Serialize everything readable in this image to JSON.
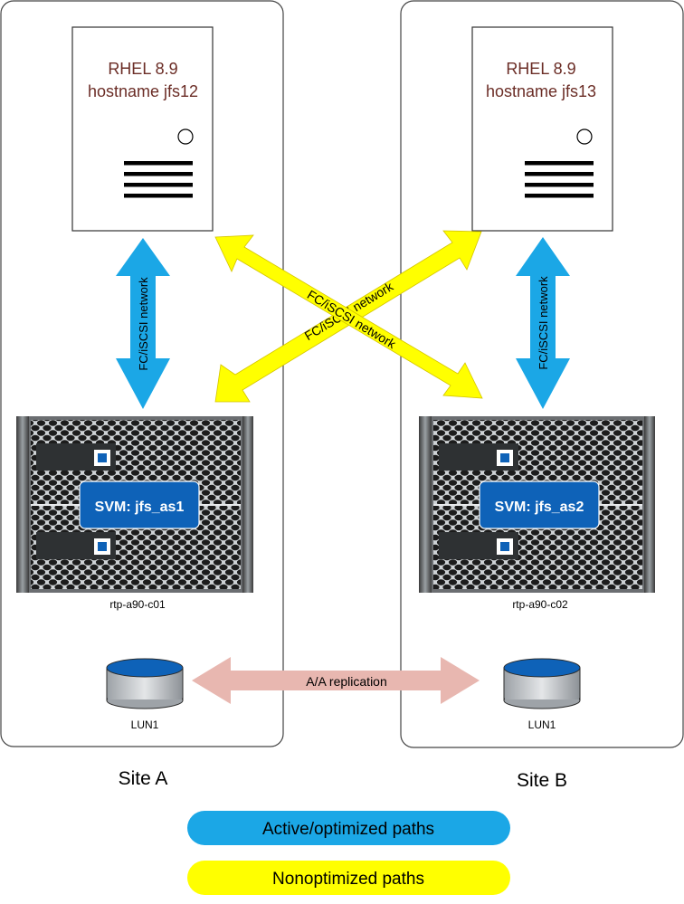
{
  "sites": [
    {
      "site_label": "Site A",
      "host": {
        "os": "RHEL 8.9",
        "hostname": "hostname jfs12"
      },
      "network_label": "FC/iSCSI network",
      "svm": "SVM: jfs_as1",
      "storage_name": "rtp-a90-c01",
      "lun": "LUN1"
    },
    {
      "site_label": "Site B",
      "host": {
        "os": "RHEL 8.9",
        "hostname": "hostname jfs13"
      },
      "network_label": "FC/iSCSI network",
      "svm": "SVM: jfs_as2",
      "storage_name": "rtp-a90-c02",
      "lun": "LUN1"
    }
  ],
  "cross_paths": [
    {
      "label": "FC/iSCSI network"
    },
    {
      "label": "FC/iSCSI network"
    }
  ],
  "replication_label": "A/A replication",
  "legend": [
    {
      "label": "Active/optimized paths",
      "color": "#1ba7e6"
    },
    {
      "label": "Nonoptimized paths",
      "color": "#ffff00"
    }
  ],
  "colors": {
    "active_path": "#1ba7e6",
    "nonoptimized_path": "#ffff00",
    "replication": "#e8b7b0",
    "svm_box": "#0e62b8",
    "host_text": "#6b2d26"
  }
}
